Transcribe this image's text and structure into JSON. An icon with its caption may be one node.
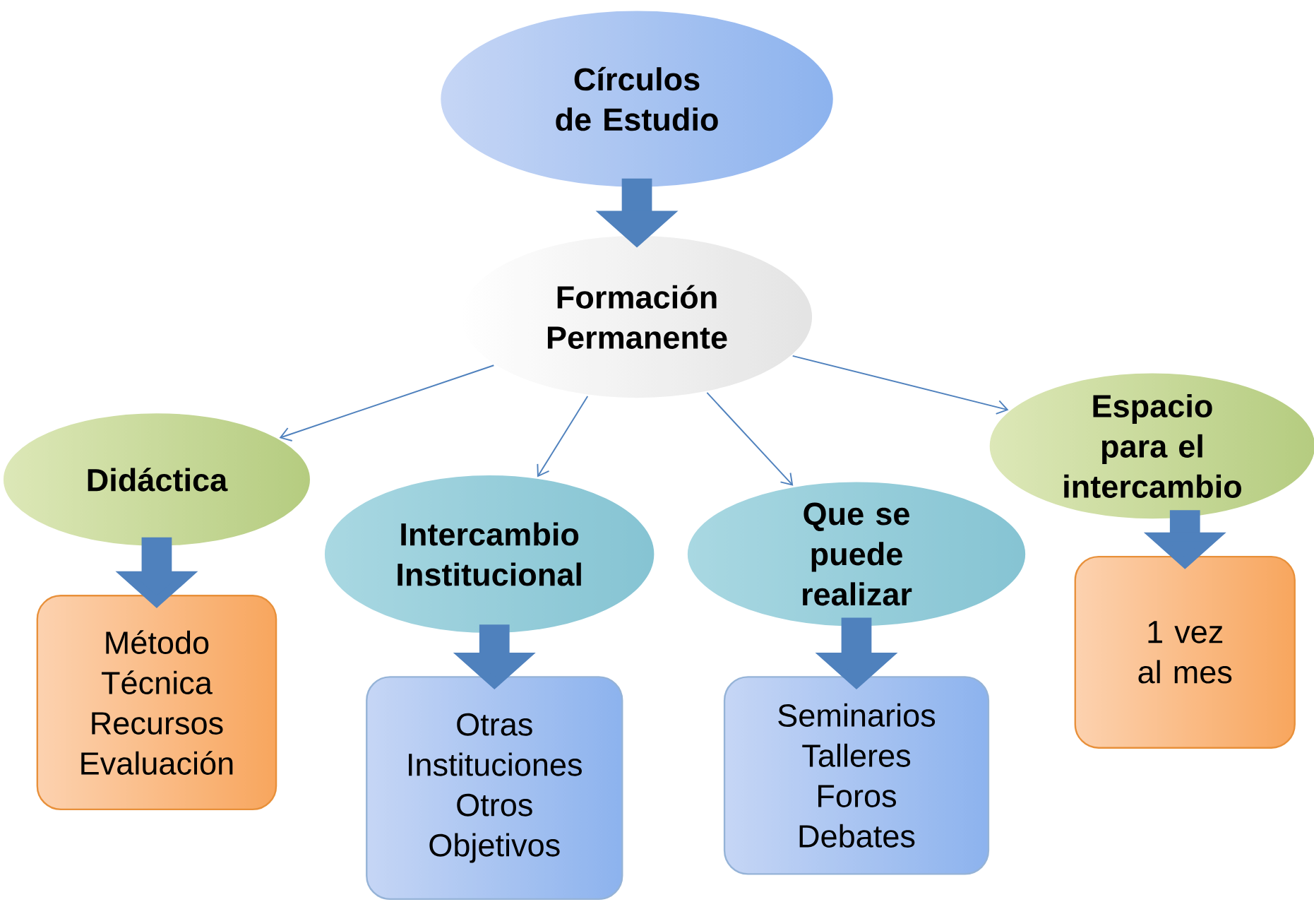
{
  "diagram": {
    "nodes": [
      {
        "text": [
          "Círculos de Estudio"
        ]
      },
      {
        "text": [
          "Formación Permanente"
        ]
      },
      {
        "text": [
          "Didáctica"
        ]
      },
      {
        "text": [
          "Intercambio Institucional"
        ]
      },
      {
        "text": [
          "Que se puede realizar"
        ]
      },
      {
        "text": [
          "Espacio para el intercambio"
        ]
      },
      {
        "text": [
          "Método Técnica Recursos Evaluación"
        ]
      },
      {
        "text": [
          "Otras Instituciones Otros Objetivos"
        ]
      },
      {
        "text": [
          "Seminarios Talleres Foros Debates"
        ]
      },
      {
        "text": [
          "1 vez al mes"
        ]
      }
    ],
    "edges": [
      {
        "from": 0,
        "to": 1,
        "arrow": "to"
      },
      {
        "from": 1,
        "to": 2,
        "arrow": "to"
      },
      {
        "from": 1,
        "to": 3,
        "arrow": "to"
      },
      {
        "from": 1,
        "to": 4,
        "arrow": "to"
      },
      {
        "from": 1,
        "to": 5,
        "arrow": "to"
      },
      {
        "from": 2,
        "to": 6,
        "arrow": "to"
      },
      {
        "from": 3,
        "to": 7,
        "arrow": "to"
      },
      {
        "from": 4,
        "to": 8,
        "arrow": "to"
      },
      {
        "from": 5,
        "to": 9,
        "arrow": "to"
      }
    ]
  }
}
